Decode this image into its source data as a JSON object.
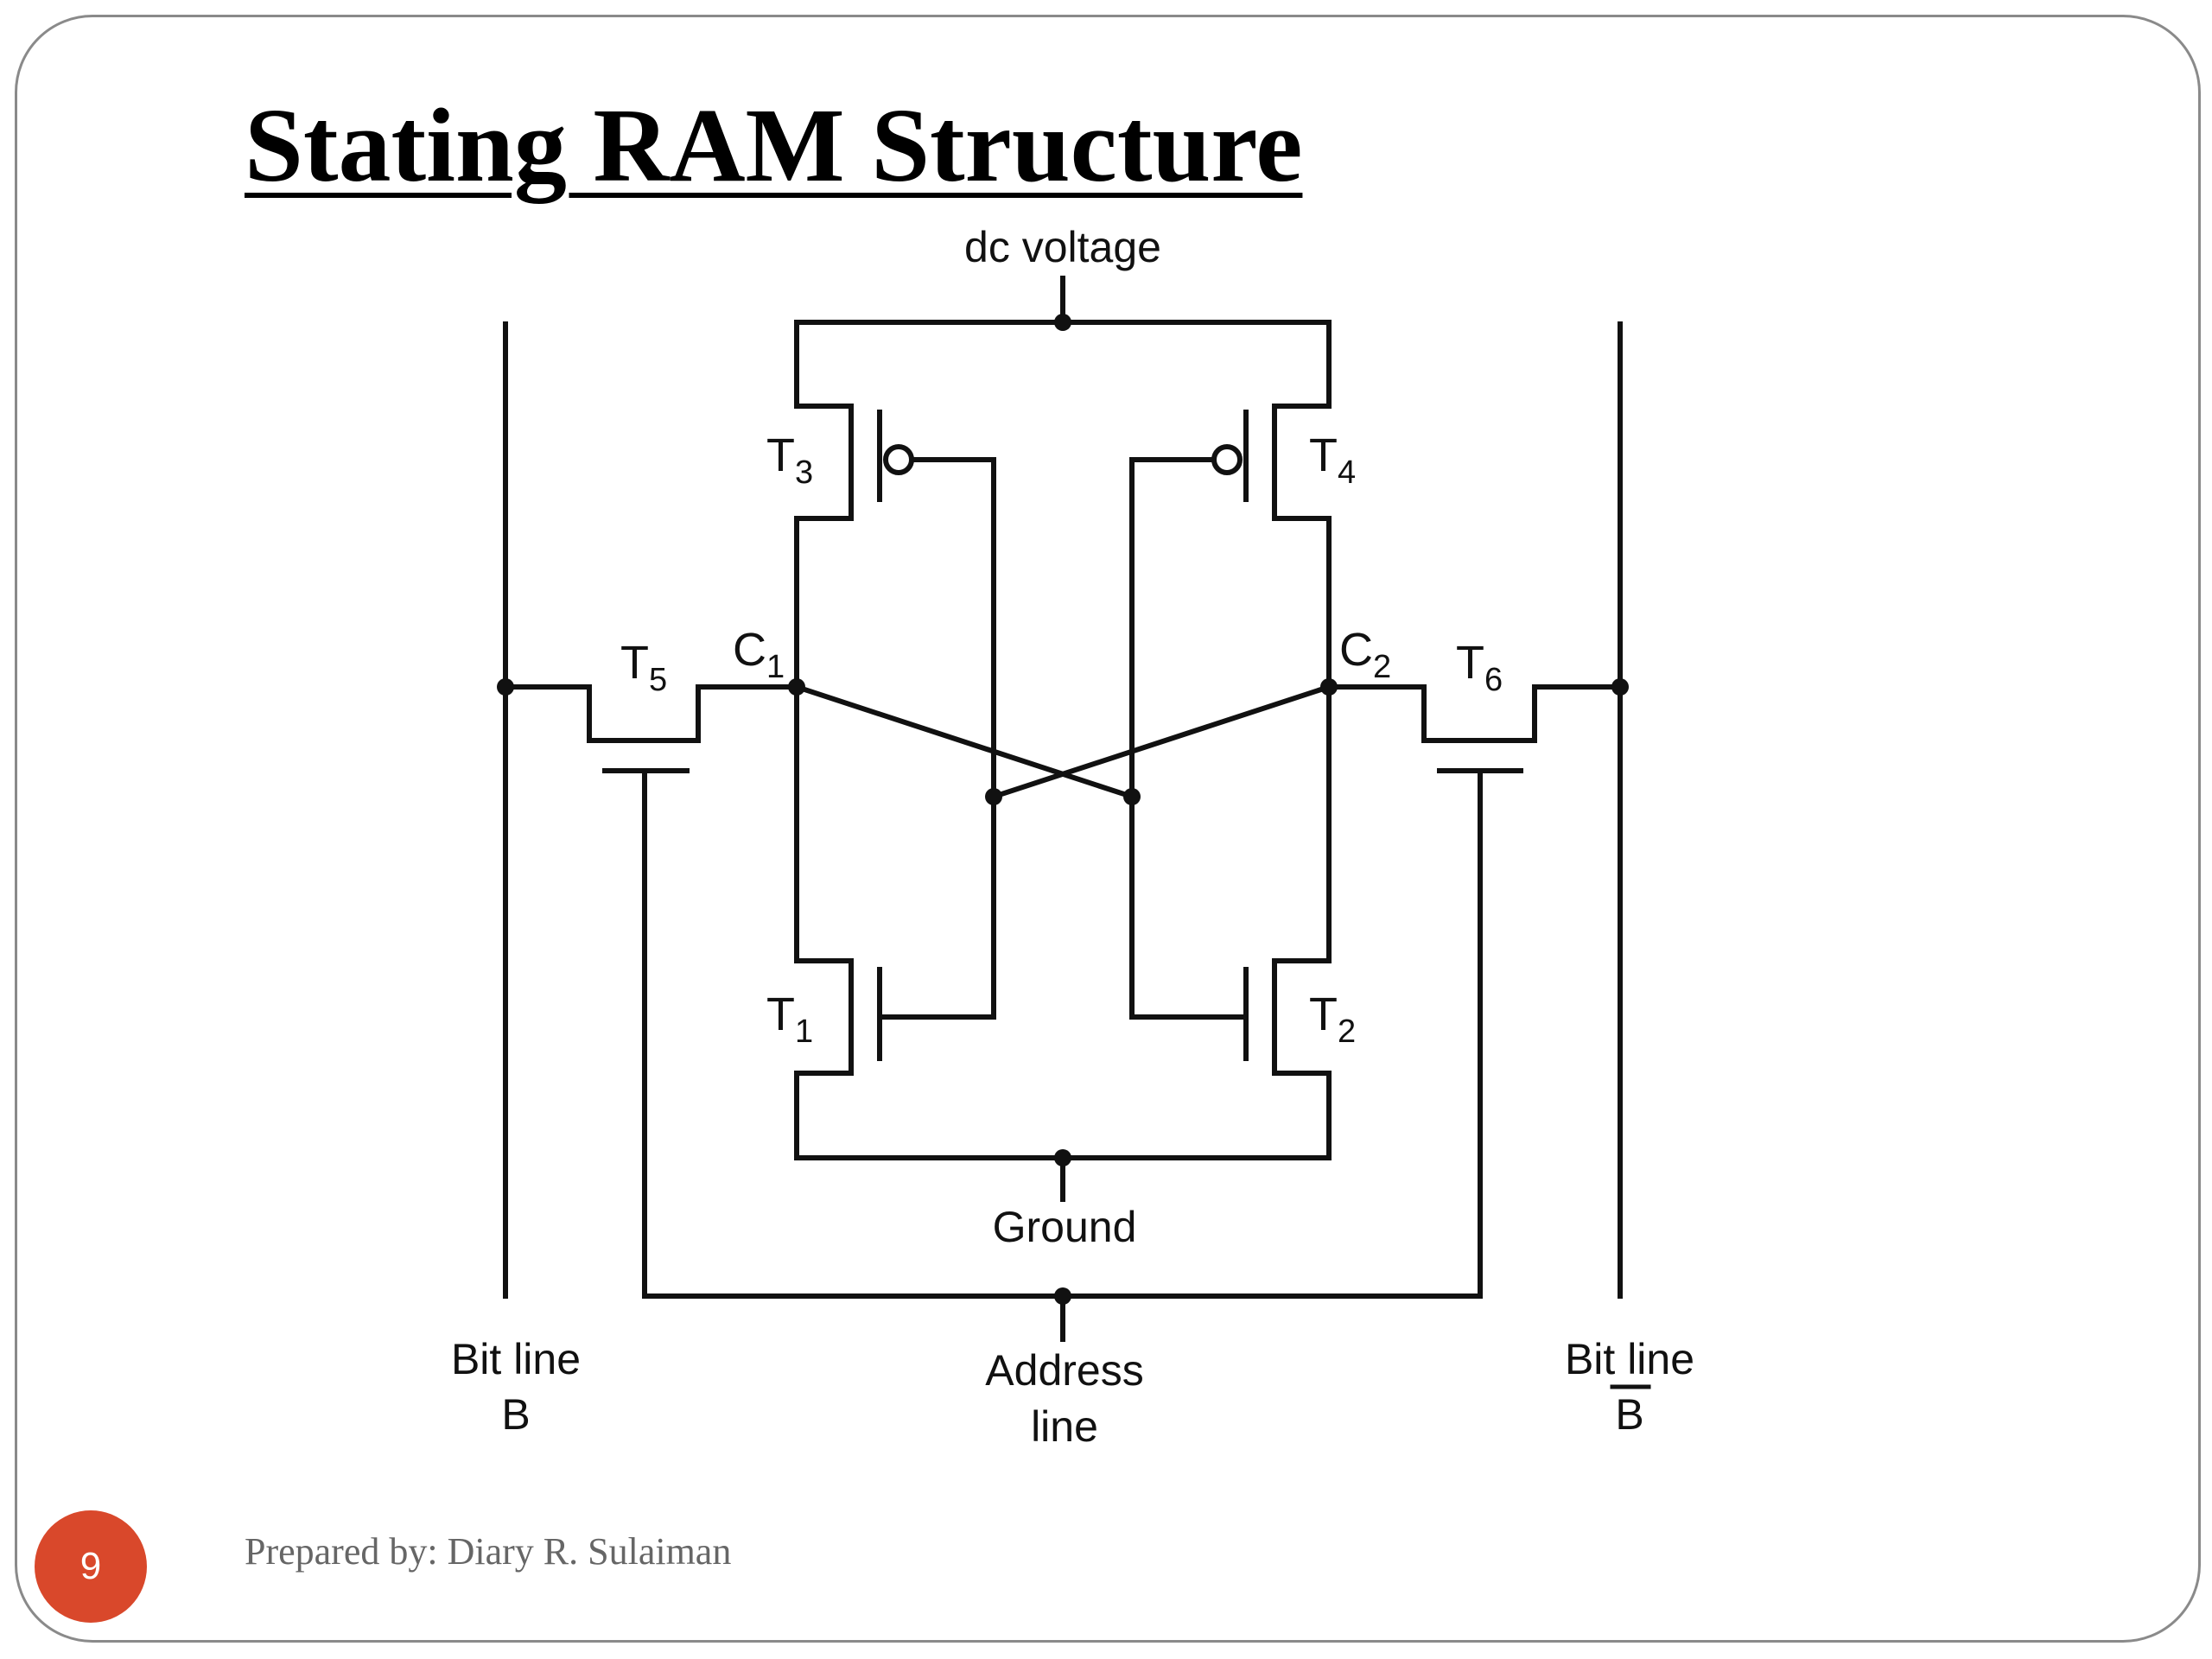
{
  "slide": {
    "title": "Stating RAM Structure",
    "page_number": "9",
    "footer": "Prepared by: Diary R. Sulaiman"
  },
  "diagram": {
    "supply_label": "dc voltage",
    "ground_label": "Ground",
    "address_line": [
      "Address",
      "line"
    ],
    "bit_line_left": [
      "Bit line",
      "B"
    ],
    "bit_line_right": [
      "Bit line",
      "B"
    ],
    "nodes": {
      "c1": {
        "letter": "C",
        "sub": "1"
      },
      "c2": {
        "letter": "C",
        "sub": "2"
      }
    },
    "transistors": {
      "t1": {
        "letter": "T",
        "sub": "1"
      },
      "t2": {
        "letter": "T",
        "sub": "2"
      },
      "t3": {
        "letter": "T",
        "sub": "3"
      },
      "t4": {
        "letter": "T",
        "sub": "4"
      },
      "t5": {
        "letter": "T",
        "sub": "5"
      },
      "t6": {
        "letter": "T",
        "sub": "6"
      }
    }
  }
}
